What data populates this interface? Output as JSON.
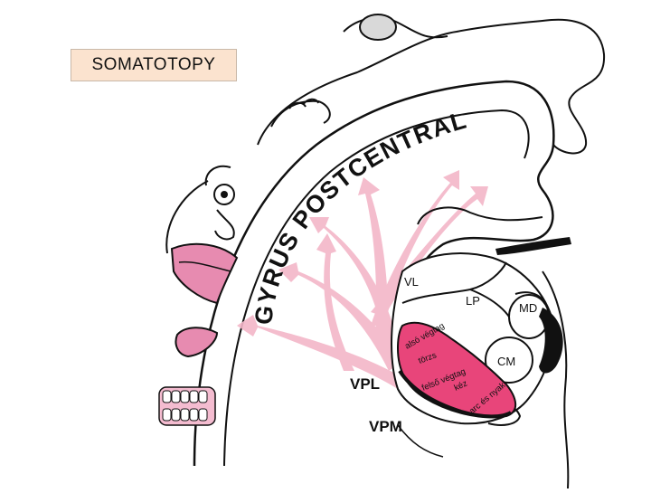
{
  "title": "SOMATOTOPY",
  "cortex_label": "GYRUS POSTCENTRALIS",
  "thalamus": {
    "nuclei": {
      "vl": "VL",
      "lp": "LP",
      "md": "MD",
      "cm": "CM",
      "vpl": "VPL",
      "vpm": "VPM"
    },
    "vpl_regions": {
      "lower_limb": "alsó végtag",
      "trunk": "törzs",
      "upper_limb": "felső végtag",
      "hand": "kéz",
      "face_neck": "arc és nyak"
    }
  },
  "colors": {
    "accent_pink": "#e8457a",
    "projection_pink": "#f3b6c8",
    "outline": "#111111",
    "title_bg": "#fbe3cf"
  }
}
